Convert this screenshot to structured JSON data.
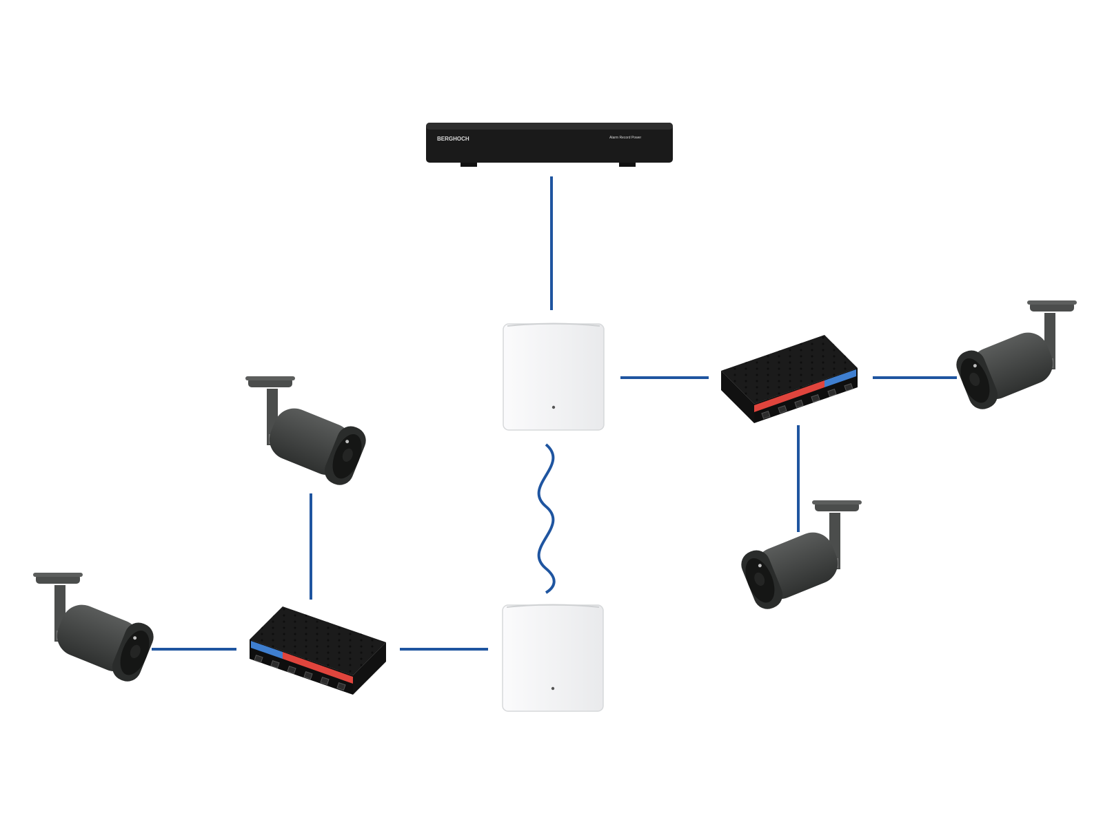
{
  "nvr": {
    "brand": "BERGHOCH",
    "leds": "Alarm  Record  Power"
  },
  "colors": {
    "link": "#1f55a0",
    "device_dark": "#1a1a1a",
    "camera_body": "#3d3f3e",
    "bridge_white": "#f1f2f3",
    "switch_red": "#e0453d",
    "switch_blue": "#3f7fd0"
  },
  "nodes": [
    {
      "id": "nvr",
      "type": "network-video-recorder"
    },
    {
      "id": "bridge-top",
      "type": "wireless-bridge"
    },
    {
      "id": "bridge-bottom",
      "type": "wireless-bridge"
    },
    {
      "id": "switch-right",
      "type": "poe-switch"
    },
    {
      "id": "switch-left",
      "type": "poe-switch"
    },
    {
      "id": "camera-right-top",
      "type": "bullet-camera"
    },
    {
      "id": "camera-right-bottom",
      "type": "bullet-camera"
    },
    {
      "id": "camera-left-top",
      "type": "bullet-camera"
    },
    {
      "id": "camera-left-bottom",
      "type": "bullet-camera"
    }
  ],
  "links": [
    {
      "from": "nvr",
      "to": "bridge-top",
      "kind": "wired"
    },
    {
      "from": "bridge-top",
      "to": "switch-right",
      "kind": "wired"
    },
    {
      "from": "switch-right",
      "to": "camera-right-top",
      "kind": "wired"
    },
    {
      "from": "switch-right",
      "to": "camera-right-bottom",
      "kind": "wired"
    },
    {
      "from": "bridge-top",
      "to": "bridge-bottom",
      "kind": "wireless"
    },
    {
      "from": "bridge-bottom",
      "to": "switch-left",
      "kind": "wired"
    },
    {
      "from": "switch-left",
      "to": "camera-left-top",
      "kind": "wired"
    },
    {
      "from": "switch-left",
      "to": "camera-left-bottom",
      "kind": "wired"
    }
  ]
}
